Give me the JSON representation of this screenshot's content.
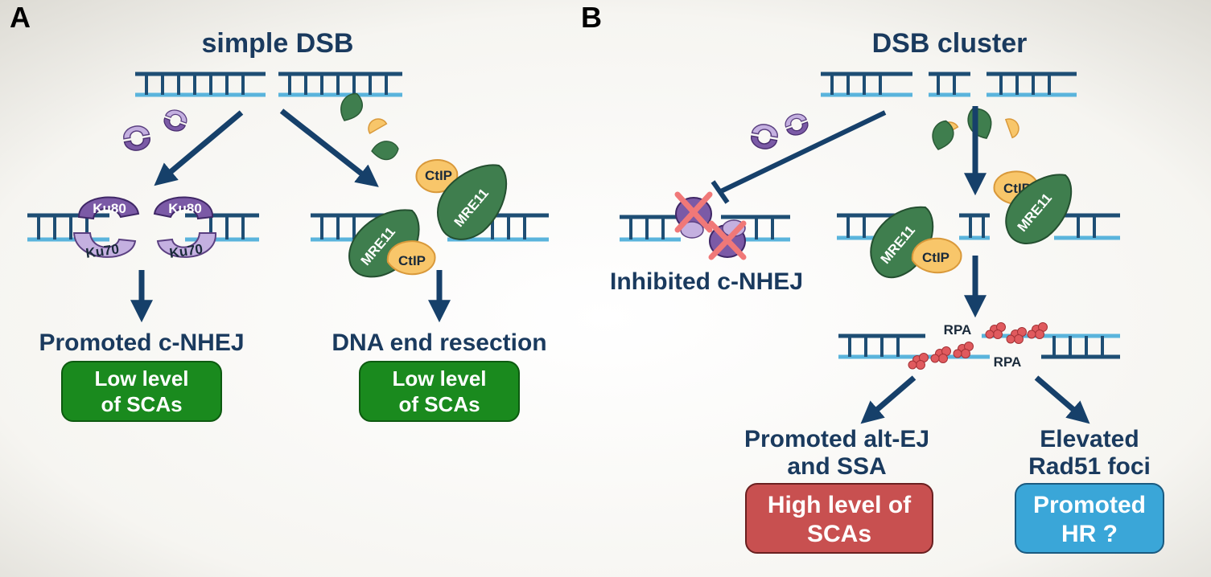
{
  "panel_a": {
    "letter": "A",
    "title": "simple DSB",
    "left_pathway": "Promoted c-NHEJ",
    "left_outcome": [
      "Low level",
      "of SCAs"
    ],
    "right_pathway": "DNA end resection",
    "right_outcome": [
      "Low level",
      "of SCAs"
    ],
    "ku80": "Ku80",
    "ku70": "Ku70",
    "mre11": "MRE11",
    "ctip": "CtIP"
  },
  "panel_b": {
    "letter": "B",
    "title": "DSB cluster",
    "inhibited_label": "Inhibited c-NHEJ",
    "rpa": "RPA",
    "mre11": "MRE11",
    "ctip": "CtIP",
    "left_pathway": [
      "Promoted alt-EJ",
      "and SSA"
    ],
    "left_outcome": [
      "High level of",
      "SCAs"
    ],
    "right_pathway": [
      "Elevated",
      "Rad51 foci"
    ],
    "right_outcome": [
      "Promoted",
      "HR ?"
    ]
  },
  "colors": {
    "dna_dark": "#1e4e74",
    "dna_light": "#5ab4dc",
    "arrow": "#16406a",
    "ku_dark": "#7b5aa6",
    "ku_light": "#c4b0e0",
    "mre11": "#3f7e4e",
    "ctip": "#f8c66a",
    "rpa": "#e05a5e",
    "green_box": "#1a8a1e",
    "red_box": "#c85050",
    "blue_box": "#3aa6d8"
  }
}
